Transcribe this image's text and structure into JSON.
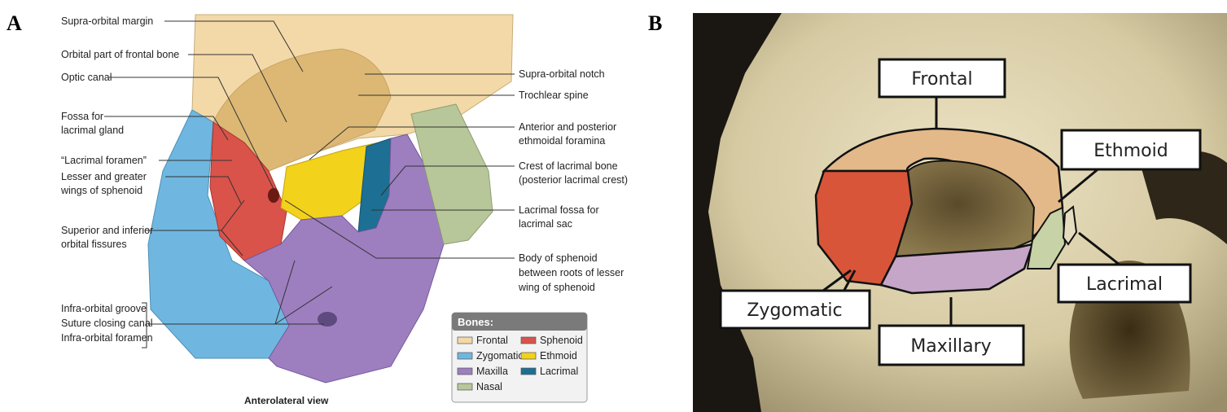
{
  "panels": {
    "a": {
      "letter": "A",
      "labels_left": [
        "Supra-orbital margin",
        "Orbital part of frontal bone",
        "Optic canal",
        "Fossa for",
        "lacrimal gland",
        "“Lacrimal foramen”",
        "Lesser and greater",
        "wings of sphenoid",
        "Superior and inferior",
        "orbital fissures",
        "Infra-orbital groove",
        "Suture closing canal",
        "Infra-orbital foramen"
      ],
      "labels_right": [
        "Supra-orbital notch",
        "Trochlear spine",
        "Anterior and posterior",
        "ethmoidal foramina",
        "Crest of lacrimal bone",
        "(posterior lacrimal crest)",
        "Lacrimal fossa for",
        "lacrimal sac",
        "Body of sphenoid",
        "between roots of lesser",
        "wing of sphenoid"
      ],
      "caption": "Anterolateral view",
      "legend": {
        "title": "Bones:",
        "items": [
          {
            "name": "Frontal",
            "color": "#f3d9a8"
          },
          {
            "name": "Sphenoid",
            "color": "#d9534a"
          },
          {
            "name": "Zygomatic",
            "color": "#6fb7e0"
          },
          {
            "name": "Ethmoid",
            "color": "#f2d21a"
          },
          {
            "name": "Maxilla",
            "color": "#9d7fc0"
          },
          {
            "name": "Lacrimal",
            "color": "#1d6f93"
          },
          {
            "name": "Nasal",
            "color": "#b8c79a"
          }
        ]
      }
    },
    "b": {
      "letter": "B",
      "labels": [
        "Frontal",
        "Ethmoid",
        "Zygomatic",
        "Lacrimal",
        "Maxillary"
      ]
    }
  }
}
